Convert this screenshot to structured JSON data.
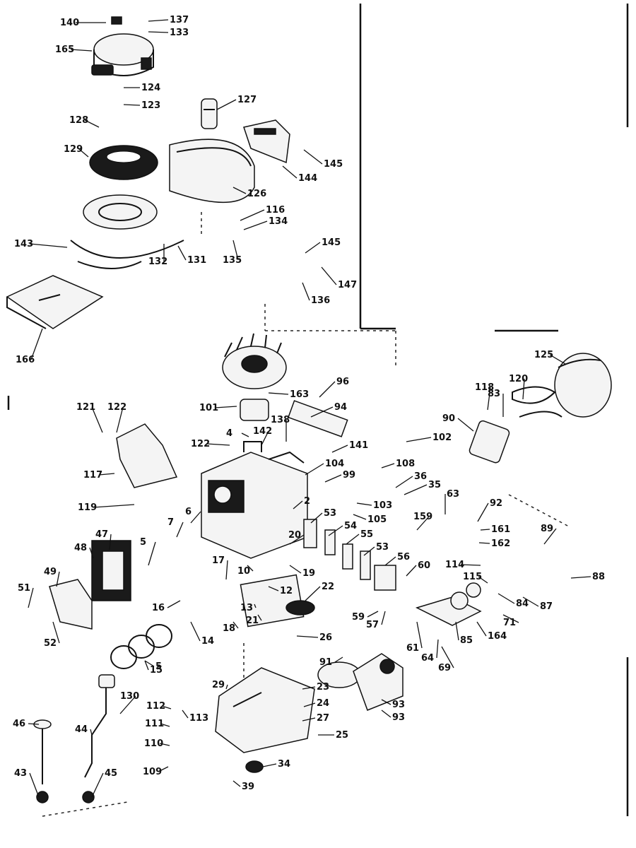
{
  "diagram": {
    "labels": [
      "140",
      "137",
      "133",
      "165",
      "124",
      "123",
      "128",
      "127",
      "129",
      "126",
      "145",
      "144",
      "116",
      "134",
      "143",
      "132",
      "131",
      "135",
      "145",
      "147",
      "166",
      "136",
      "125",
      "163",
      "96",
      "101",
      "94",
      "118",
      "83",
      "120",
      "138",
      "142",
      "4",
      "122",
      "121",
      "122",
      "141",
      "102",
      "90",
      "117",
      "104",
      "99",
      "108",
      "36",
      "35",
      "103",
      "105",
      "119",
      "159",
      "63",
      "92",
      "53",
      "54",
      "55",
      "53",
      "56",
      "161",
      "162",
      "89",
      "48",
      "47",
      "7",
      "6",
      "5",
      "20",
      "2",
      "17",
      "19",
      "12",
      "10",
      "22",
      "13",
      "21",
      "16",
      "14",
      "18",
      "60",
      "114",
      "115",
      "84",
      "87",
      "88",
      "49",
      "51",
      "52",
      "5",
      "15",
      "59",
      "57",
      "61",
      "64",
      "69",
      "85",
      "164",
      "71",
      "26",
      "91",
      "29",
      "23",
      "24",
      "27",
      "25",
      "112",
      "113",
      "111",
      "110",
      "109",
      "130",
      "44",
      "46",
      "43",
      "45",
      "34",
      "39",
      "93",
      "93"
    ]
  }
}
